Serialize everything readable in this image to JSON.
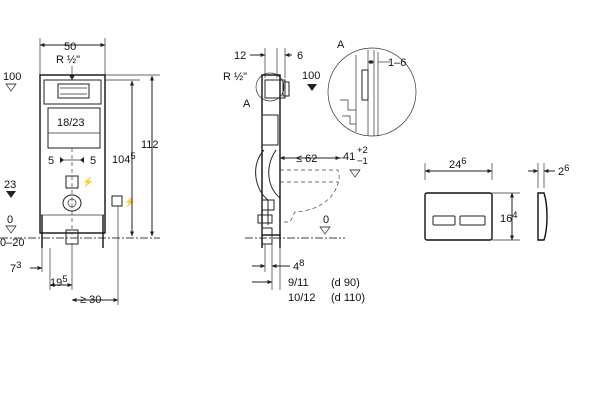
{
  "front_view": {
    "width": "50",
    "connection": "R ½\"",
    "height_total": "112",
    "height_inner": "104",
    "height_inner_sup": "5",
    "plate_size": "18/23",
    "offset_left": "5",
    "offset_right": "5",
    "level_top": "100",
    "level_inlet": "23",
    "level_zero": "0",
    "floor_range": "0–20",
    "leg_offset": "7",
    "leg_offset_sup": "3",
    "leg_spacing": "19",
    "leg_spacing_sup": "5",
    "min_wall": "≥ 30"
  },
  "side_view": {
    "dim_top_left": "12",
    "dim_top_right": "6",
    "connection": "R ½\"",
    "level_top": "100",
    "detail_marker": "A",
    "depth_max": "≤ 62",
    "bowl_height": "41",
    "bowl_tol_plus": "+2",
    "bowl_tol_minus": "−1",
    "level_zero": "0",
    "pipe_offset": "4",
    "pipe_offset_sup": "8",
    "pipe_d90": "9/11",
    "pipe_d90_label": "(d 90)",
    "pipe_d110": "10/12",
    "pipe_d110_label": "(d 110)"
  },
  "detail": {
    "marker": "A",
    "wall_range": "1–6"
  },
  "plate": {
    "width": "24",
    "width_sup": "6",
    "height": "16",
    "height_sup": "4",
    "depth": "2",
    "depth_sup": "6"
  }
}
